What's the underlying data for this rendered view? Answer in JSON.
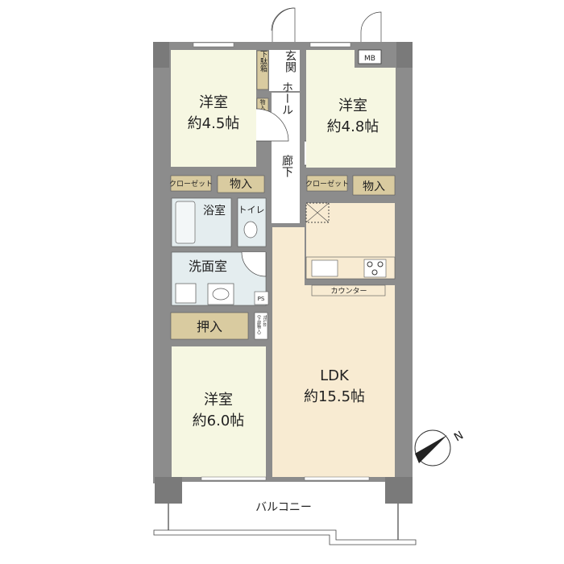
{
  "rooms": {
    "west_bedroom_top": {
      "name": "洋室",
      "size": "約4.5帖"
    },
    "east_bedroom_top": {
      "name": "洋室",
      "size": "約4.8帖"
    },
    "bedroom_bottom": {
      "name": "洋室",
      "size": "約6.0帖"
    },
    "ldk": {
      "name": "LDK",
      "size": "約15.5帖"
    },
    "entrance": "玄関",
    "hall": "ホール",
    "corridor": "廊下",
    "bath": "浴室",
    "toilet": "トイレ",
    "washroom": "洗面室",
    "balcony": "バルコニー"
  },
  "storage": {
    "shoe_box": "下駄箱",
    "hall_storage": "物入",
    "closet_left": "クローゼット",
    "storage_left": "物入",
    "closet_right": "クローゼット",
    "storage_right": "物入",
    "oshiire": "押入",
    "tel_stand": "TEL台",
    "tel_stand_note": "(下部物入)",
    "ps": "PS",
    "mb": "MB",
    "counter": "カウンター"
  },
  "compass": {
    "label": "N"
  },
  "colors": {
    "wall": "#8c8c8c",
    "bedroom": "#f6f7e2",
    "ldk": "#f8ebd2",
    "storage": "#d9cba0",
    "wet": "#e4edef"
  }
}
